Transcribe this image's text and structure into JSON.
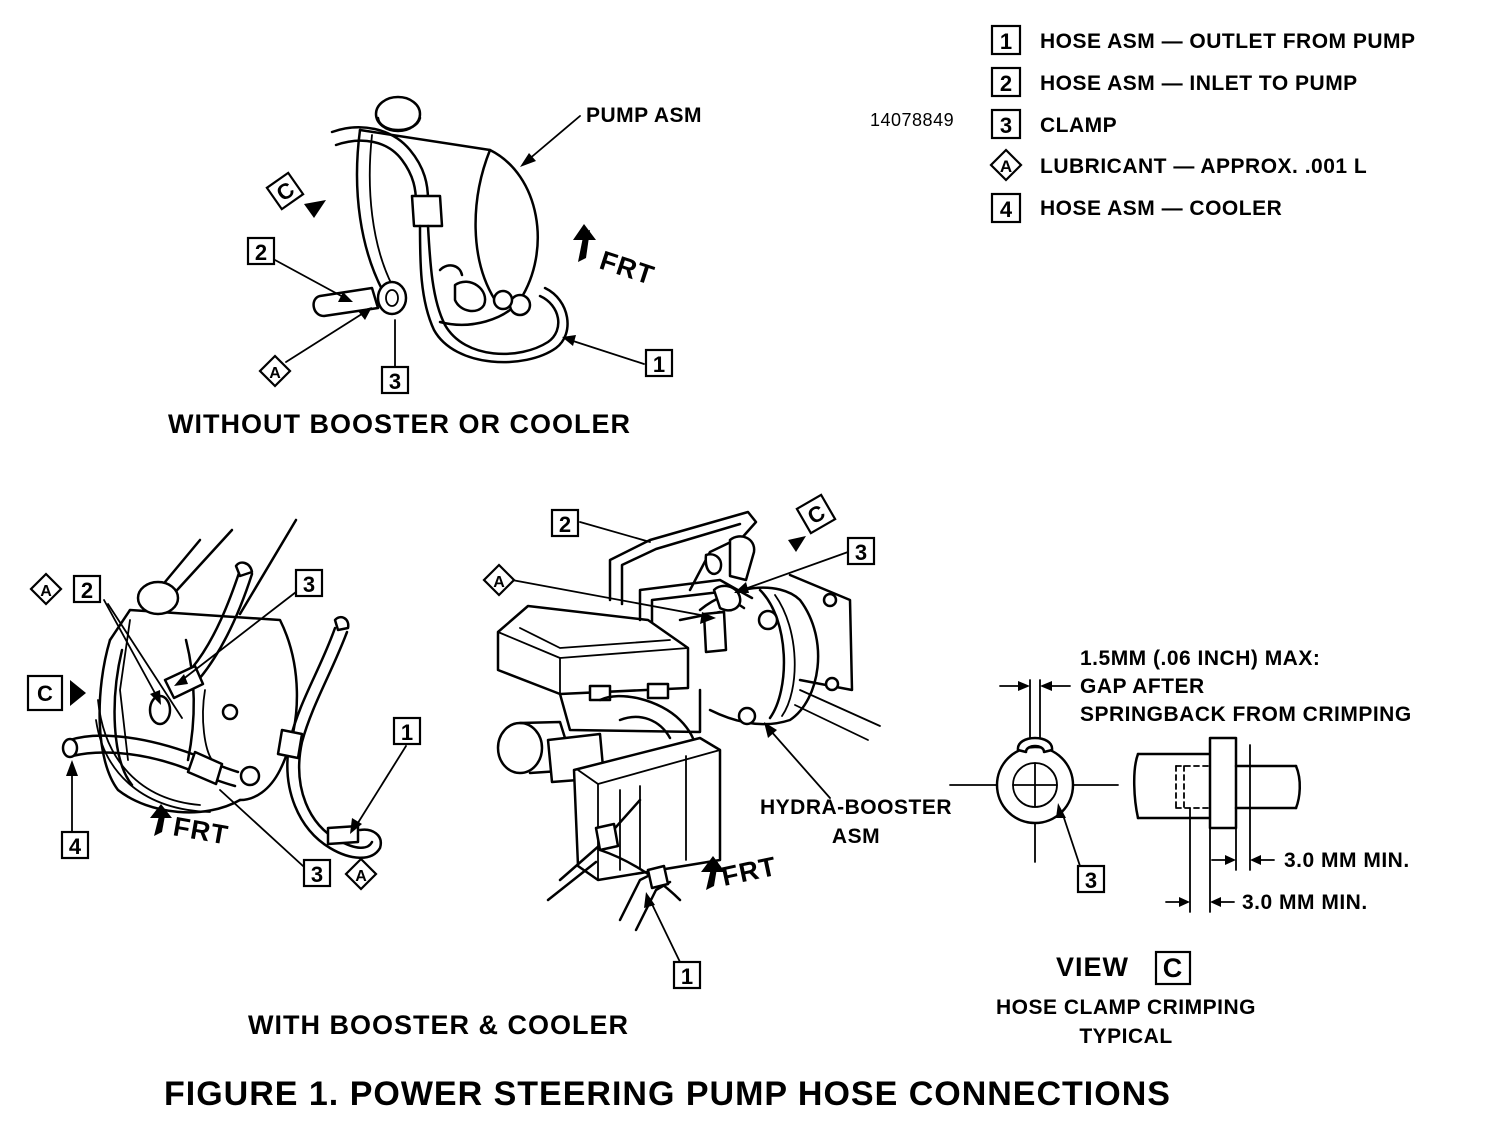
{
  "legend": [
    {
      "marker": "1",
      "shape": "square",
      "text": "HOSE ASM — OUTLET FROM PUMP"
    },
    {
      "marker": "2",
      "shape": "square",
      "text": "HOSE ASM — INLET TO PUMP"
    },
    {
      "marker": "3",
      "shape": "square",
      "text": "CLAMP"
    },
    {
      "marker": "A",
      "shape": "diamond",
      "text": "LUBRICANT — APPROX. .001 L"
    },
    {
      "marker": "4",
      "shape": "square",
      "text": "HOSE ASM — COOLER"
    }
  ],
  "part_number": "14078849",
  "labels": {
    "pump_asm": "PUMP ASM",
    "frt": "FRT",
    "hydra_booster_line1": "HYDRA-BOOSTER",
    "hydra_booster_line2": "ASM",
    "gap_line1": "1.5MM (.06 INCH) MAX:",
    "gap_line2": "GAP AFTER",
    "gap_line3": "SPRINGBACK FROM CRIMPING",
    "min_1": "3.0 MM MIN.",
    "min_2": "3.0 MM MIN."
  },
  "callouts": {
    "one": "1",
    "two": "2",
    "three": "3",
    "four": "4",
    "a": "A",
    "c": "C"
  },
  "headings": {
    "without": "WITHOUT BOOSTER OR COOLER",
    "with": "WITH BOOSTER & COOLER",
    "view": "VIEW",
    "view_marker": "C",
    "view_sub1": "HOSE CLAMP CRIMPING",
    "view_sub2": "TYPICAL",
    "figure": "FIGURE 1. POWER STEERING PUMP HOSE CONNECTIONS"
  }
}
